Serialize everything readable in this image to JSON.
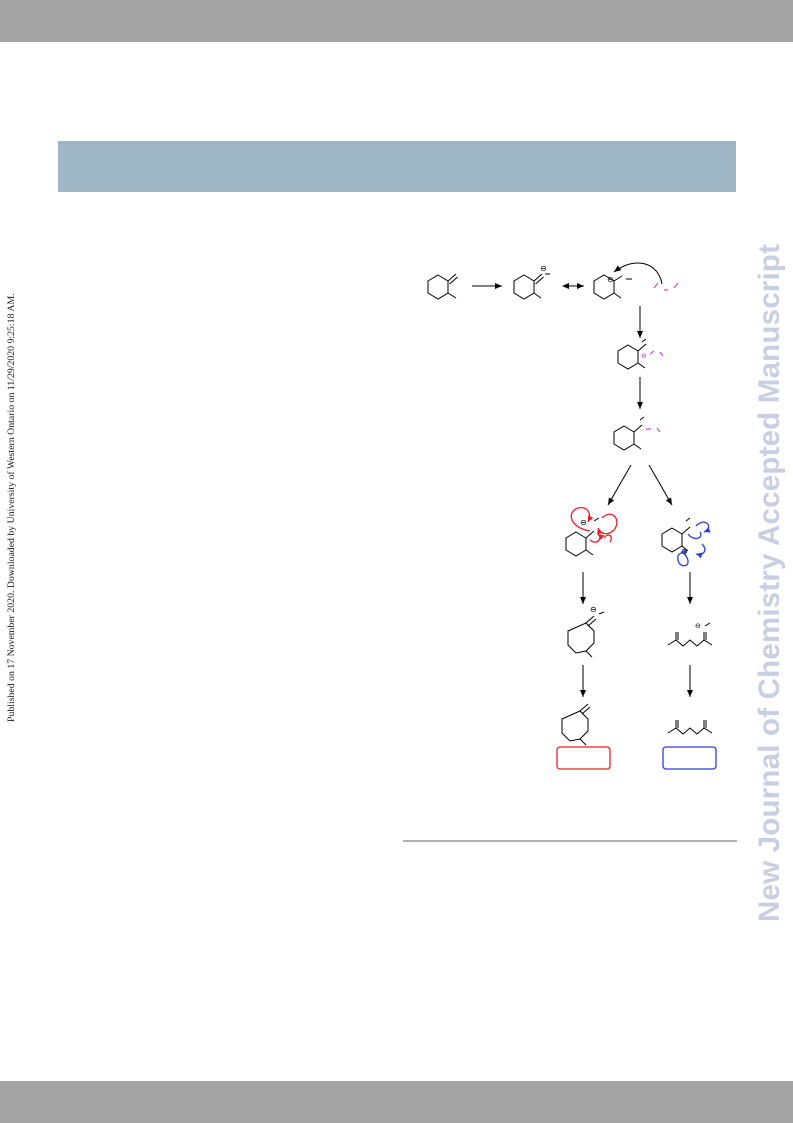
{
  "publication_note": "Published on 17 November 2020. Downloaded by University of Western Ontario on 11/29/2020 9:25:18 AM.",
  "watermark_text": "New Journal of Chemistry Accepted Manuscript",
  "colors": {
    "bar_gray": "#a3a3a3",
    "header_band": "#9fb7c4",
    "watermark": "#c9cfe2",
    "path_red": "#e8202a",
    "path_blue": "#2a3fd6",
    "reagent_magenta": "#c21ec2"
  },
  "scheme": {
    "charge_symbol": "⊖",
    "products": [
      {
        "id": "ring-expansion-product",
        "box_color": "#e8202a",
        "label": ""
      },
      {
        "id": "ring-opening-product",
        "box_color": "#2a3fd6",
        "label": ""
      }
    ]
  }
}
